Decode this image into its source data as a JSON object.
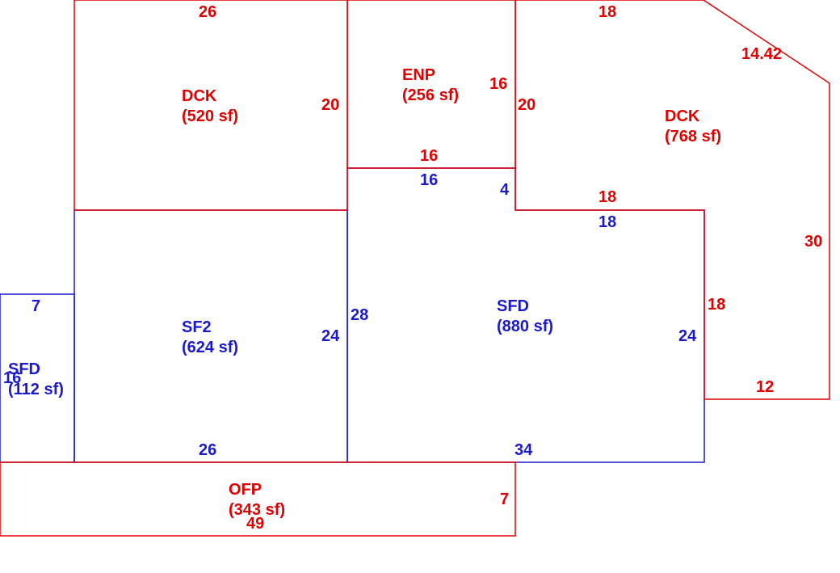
{
  "colors": {
    "exterior": "#e00000",
    "living": "#1a1acc",
    "background": "#ffffff"
  },
  "areas": {
    "dck_left": {
      "code": "DCK",
      "area": "(520 sf)"
    },
    "enp": {
      "code": "ENP",
      "area": "(256 sf)"
    },
    "dck_right": {
      "code": "DCK",
      "area": "(768 sf)"
    },
    "sf2": {
      "code": "SF2",
      "area": "(624 sf)"
    },
    "sfd_main": {
      "code": "SFD",
      "area": "(880 sf)"
    },
    "sfd_small": {
      "code": "SFD",
      "area": "(112 sf)"
    },
    "ofp": {
      "code": "OFP",
      "area": "(343 sf)"
    }
  },
  "dimensions": {
    "dck_left_top": "26",
    "dck_left_right": "20",
    "enp_right": "16",
    "enp_bottom": "16",
    "dck_right_top": "18",
    "dck_right_diagonal": "14.42",
    "dck_right_left": "20",
    "dck_right_bottom": "18",
    "dck_right_far_right": "30",
    "dck_right_inner_right": "18",
    "dck_right_lower": "12",
    "sfd_top": "16",
    "sfd_notch": "4",
    "sfd_upper_right": "18",
    "sfd_left": "28",
    "sfd_right": "24",
    "sfd_bottom": "34",
    "sf2_right": "24",
    "sf2_bottom": "26",
    "sfd_small_top": "7",
    "sfd_small_left": "16",
    "ofp_right": "7",
    "ofp_bottom": "49"
  }
}
